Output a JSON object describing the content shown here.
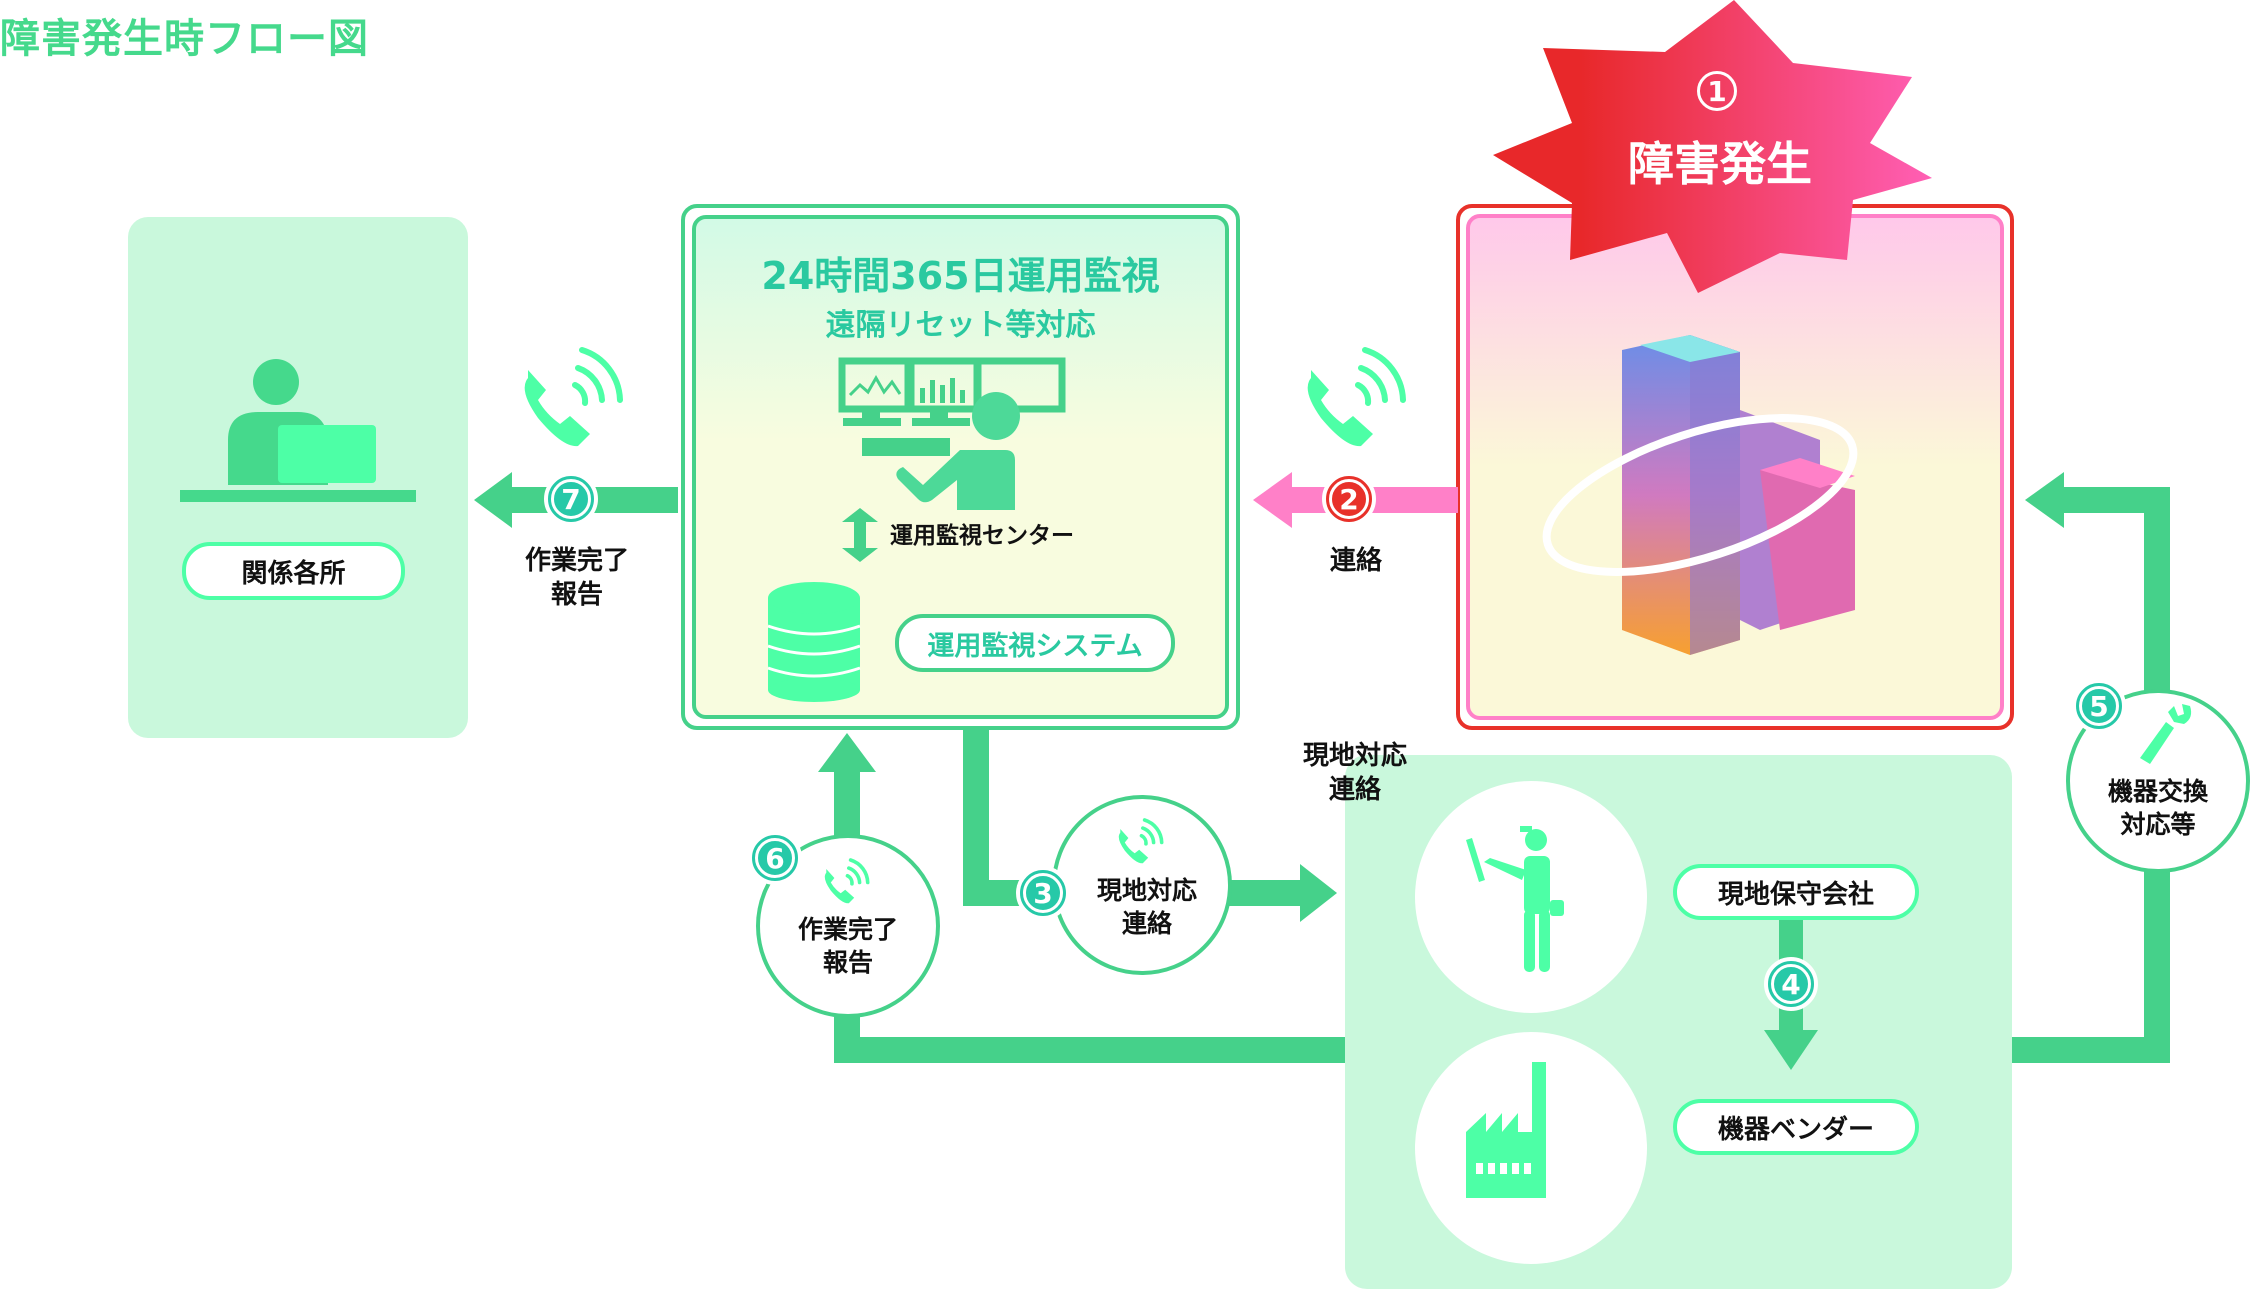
{
  "title": "障害発生時フロー図",
  "related": {
    "label": "関係各所"
  },
  "step7": {
    "num": "7",
    "text1": "作業完了",
    "text2": "報告"
  },
  "center": {
    "line1": "24時間365日運用監視",
    "line2": "遠隔リセット等対応",
    "center_label": "運用監視センター",
    "system_label": "運用監視システム"
  },
  "step2": {
    "num": "2",
    "text": "連絡"
  },
  "incident": {
    "num": "1",
    "text": "障害発生"
  },
  "step3": {
    "num": "3",
    "text1": "現地対応",
    "text2": "連絡"
  },
  "onsite_note": {
    "text1": "現地対応",
    "text2": "連絡"
  },
  "step4": {
    "num": "4"
  },
  "step5": {
    "num": "5",
    "text1": "機器交換",
    "text2": "対応等"
  },
  "step6": {
    "num": "6",
    "text1": "作業完了",
    "text2": "報告"
  },
  "field": {
    "maintenance": "現地保守会社",
    "vendor": "機器ベンダー"
  },
  "colors": {
    "green": "#45d18a",
    "light_green": "#c9f8dc",
    "mint": "#4dffa6",
    "teal": "#26c9a8",
    "red": "#e8312a",
    "pink": "#ff80c8"
  }
}
